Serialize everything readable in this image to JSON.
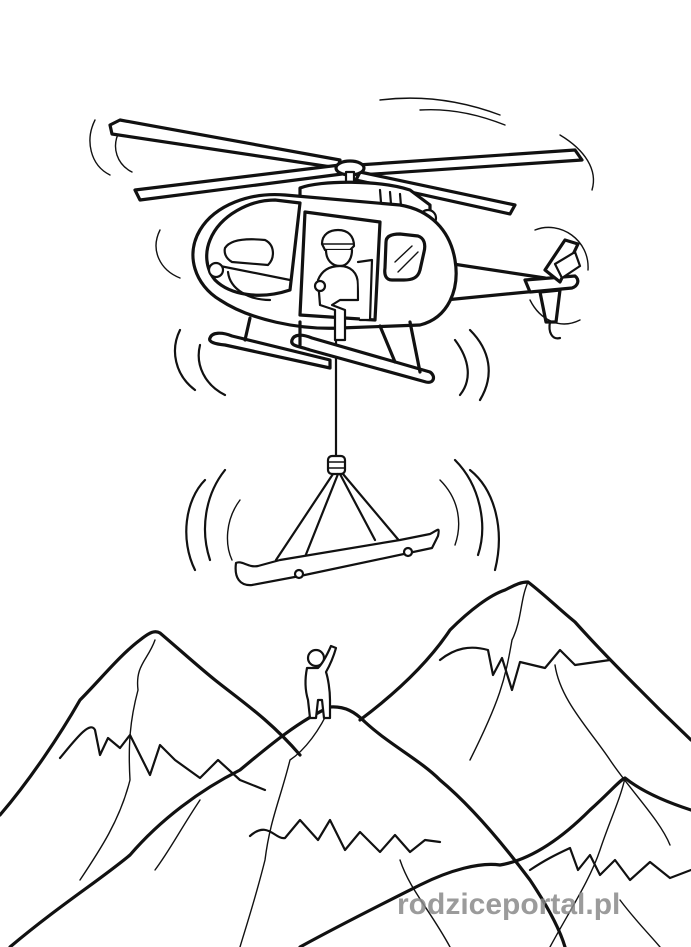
{
  "image": {
    "kind": "coloring-page",
    "subject": "Rescue helicopter lifting a stretcher over mountains with a waving climber on a peak",
    "background_color": "#ffffff",
    "line_color": "#111111"
  },
  "elements": {
    "helicopter": {
      "label": "helicopter",
      "pilot": "pilot with helmet"
    },
    "stretcher": {
      "label": "rescue stretcher on cable"
    },
    "climber": {
      "label": "waving climber on summit"
    },
    "mountains": {
      "count": 4
    }
  },
  "watermark": {
    "text": "rodziceportal.pl",
    "color": "#8a8a8a"
  }
}
